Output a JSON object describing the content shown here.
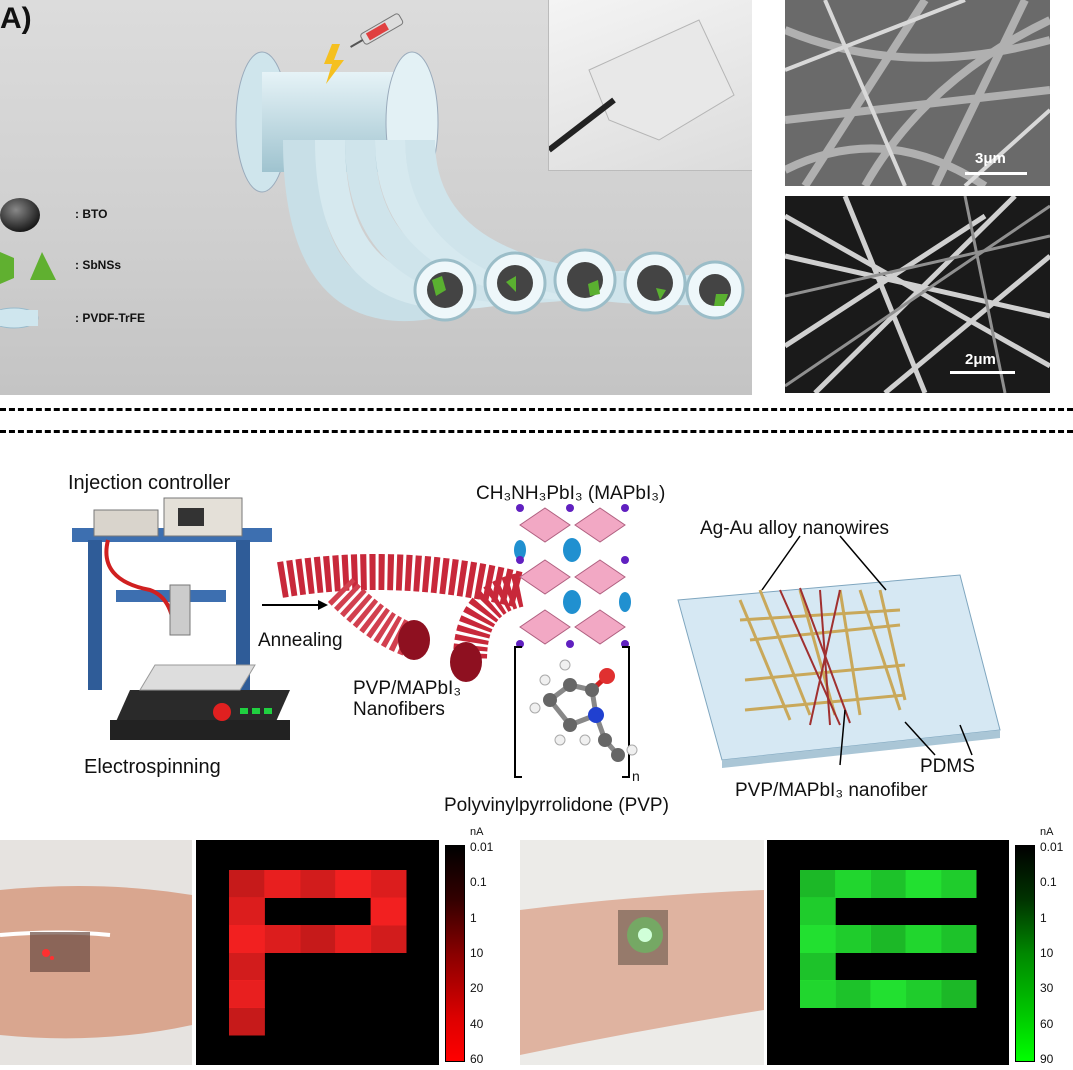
{
  "panel_a": {
    "label": "A)",
    "legend": [
      {
        "text": ": BTO",
        "icon": "sphere-icon"
      },
      {
        "text": ": SbNSs",
        "icon": "hexagon-triangle-icon"
      },
      {
        "text": ": PVDF-TrFE",
        "icon": "cylinder-icon"
      }
    ],
    "scalebar_top": "3μm",
    "scalebar_bottom": "2μm"
  },
  "panel_b": {
    "injection_controller": "Injection controller",
    "electrospinning": "Electrospinning",
    "annealing": "Annealing",
    "nanofibers_line1": "PVP/MAPbI₃",
    "nanofibers_line2": "Nanofibers",
    "mapbi3": "CH₃NH₃PbI₃ (MAPbI₃)",
    "pvp": "Polyvinylpyrrolidone (PVP)",
    "pvp_subscript": "n",
    "ag_au": "Ag-Au alloy nanowires",
    "pdms": "PDMS",
    "nanofiber": "PVP/MAPbI₃ nanofiber"
  },
  "panel_c": {
    "colorbar_red": {
      "unit": "nA",
      "ticks": [
        "0.01",
        "0.1",
        "1",
        "10",
        "20",
        "40",
        "60"
      ],
      "color": "#ff0000"
    },
    "colorbar_green": {
      "unit": "nA",
      "ticks": [
        "0.01",
        "0.1",
        "1",
        "10",
        "30",
        "60",
        "90"
      ],
      "color": "#00ff00"
    }
  },
  "colors": {
    "red": "#f22020",
    "green": "#22e030",
    "dash": "#000000"
  }
}
